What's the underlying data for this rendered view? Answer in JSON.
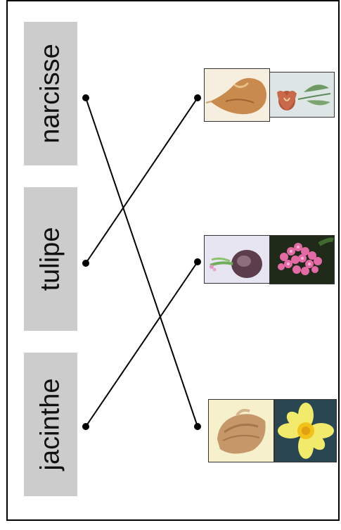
{
  "worksheet": {
    "words": [
      {
        "id": "narcisse",
        "text": "narcisse"
      },
      {
        "id": "tulipe",
        "text": "tulipe"
      },
      {
        "id": "jacinthe",
        "text": "jacinthe"
      }
    ],
    "pictures": [
      {
        "id": "tulip-pair",
        "bulb": "onion-like bulb",
        "flower": "tulip flower"
      },
      {
        "id": "hyacinth-pair",
        "bulb": "purple bulb with sprout",
        "flower": "pink hyacinth"
      },
      {
        "id": "daffodil-pair",
        "bulb": "brown shell-like bulb",
        "flower": "yellow daffodil"
      }
    ],
    "matches": [
      {
        "word": "narcisse",
        "picture": "daffodil-pair"
      },
      {
        "word": "tulipe",
        "picture": "tulip-pair"
      },
      {
        "word": "jacinthe",
        "picture": "hyacinth-pair"
      }
    ]
  },
  "colors": {
    "label_bg": "#cccccc",
    "line": "#000000"
  }
}
